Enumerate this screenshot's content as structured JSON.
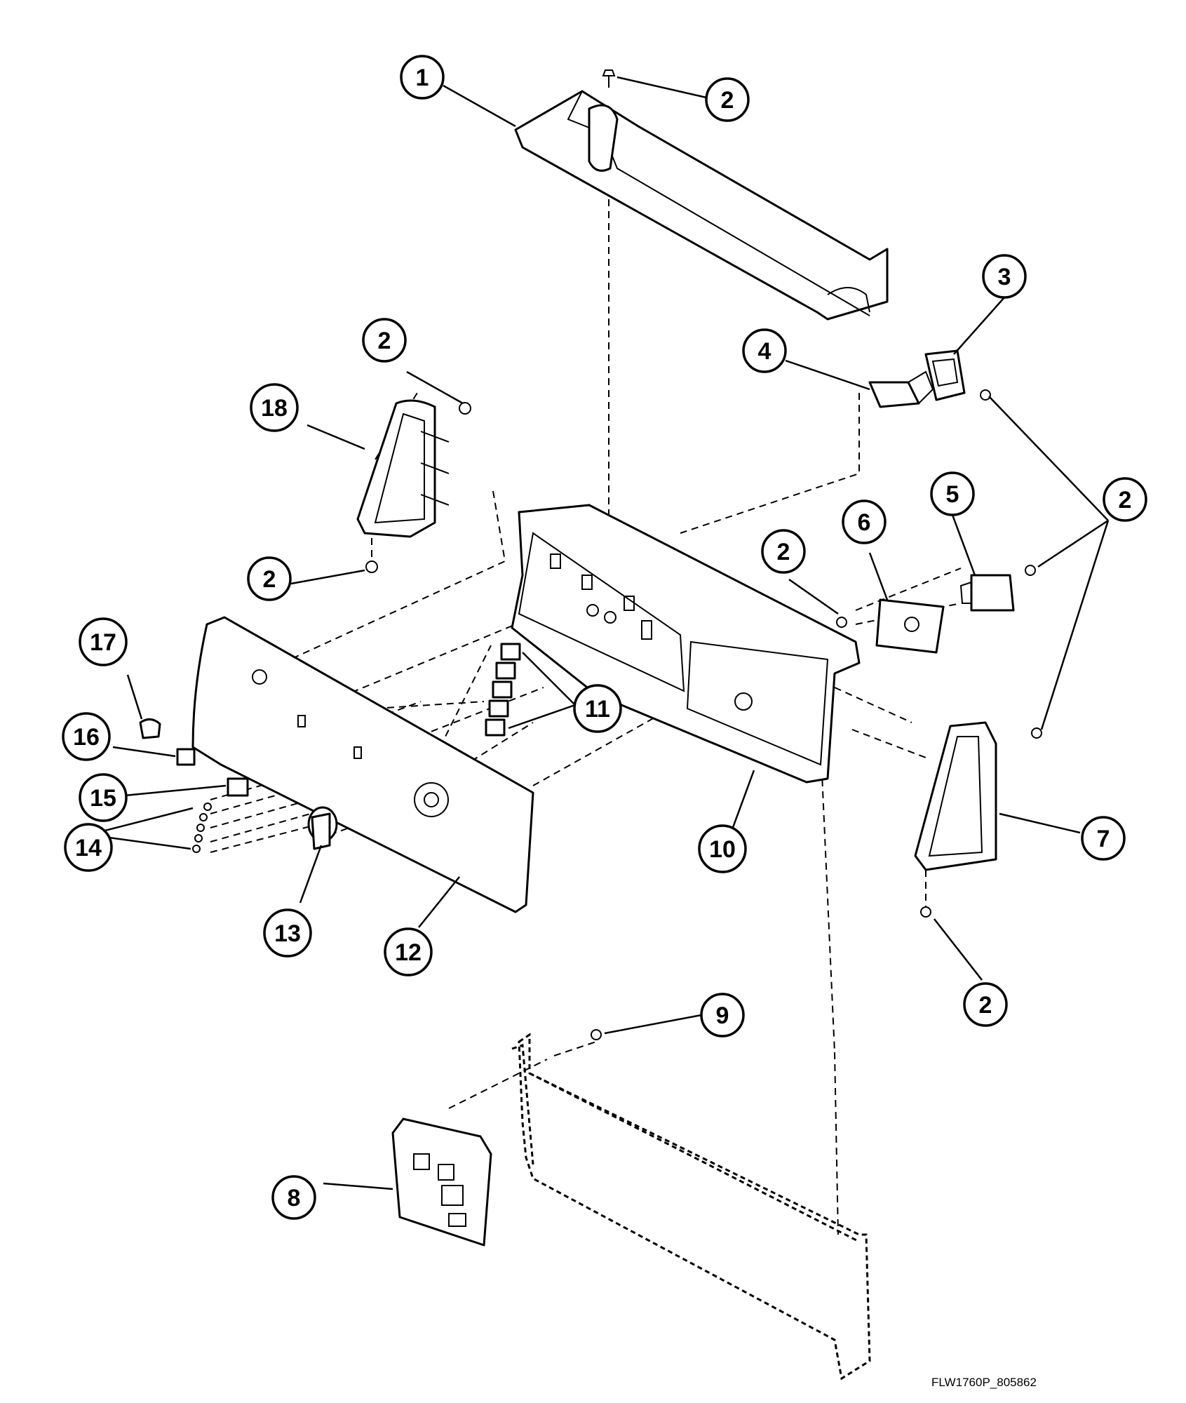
{
  "callouts": [
    {
      "id": "c1",
      "label": "1"
    },
    {
      "id": "c2a",
      "label": "2"
    },
    {
      "id": "c3",
      "label": "3"
    },
    {
      "id": "c4",
      "label": "4"
    },
    {
      "id": "c2b",
      "label": "2"
    },
    {
      "id": "c18",
      "label": "18"
    },
    {
      "id": "c2c",
      "label": "2"
    },
    {
      "id": "c2d",
      "label": "2"
    },
    {
      "id": "c6",
      "label": "6"
    },
    {
      "id": "c5",
      "label": "5"
    },
    {
      "id": "c2e",
      "label": "2"
    },
    {
      "id": "c17",
      "label": "17"
    },
    {
      "id": "c16",
      "label": "16"
    },
    {
      "id": "c11",
      "label": "11"
    },
    {
      "id": "c15",
      "label": "15"
    },
    {
      "id": "c14",
      "label": "14"
    },
    {
      "id": "c10",
      "label": "10"
    },
    {
      "id": "c7",
      "label": "7"
    },
    {
      "id": "c13",
      "label": "13"
    },
    {
      "id": "c12",
      "label": "12"
    },
    {
      "id": "c2f",
      "label": "2"
    },
    {
      "id": "c9",
      "label": "9"
    },
    {
      "id": "c8",
      "label": "8"
    }
  ],
  "drawing_code": "FLW1760P_805862",
  "colors": {
    "line": "#000000",
    "background": "#ffffff"
  }
}
